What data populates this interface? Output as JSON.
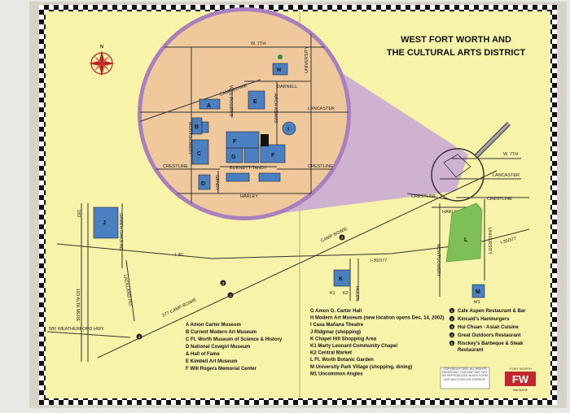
{
  "title_line1": "WEST FORT WORTH AND",
  "title_line2": "THE CULTURAL ARTS DISTRICT",
  "compass_north": "N",
  "inset_roads": {
    "w7th": "W. 7TH",
    "camp_bowie": "CAMP BOWIE",
    "darnell": "DARNELL",
    "university": "UNIVERSITY",
    "lancaster": "LANCASTER",
    "will_rogers": "WILL ROGERS",
    "arch_adams": "ARCH ADAMS",
    "montgomery": "MONTGOMERY",
    "crestline": "CRESTLINE",
    "crestline2": "CRESTLINE",
    "burnett_tandy": "BURNETT-TANDY",
    "gendy": "GENDY",
    "harley": "HARLEY"
  },
  "inset_buildings": {
    "a": "A",
    "b": "B",
    "c": "C",
    "d": "D",
    "e": "E",
    "f1": "F",
    "f2": "F",
    "g": "G",
    "h": "H",
    "i": "I"
  },
  "main_roads": {
    "w7th": "W. 7TH",
    "lancaster": "LANCASTER",
    "crestline": "CRESTLINE",
    "crestline2": "CRESTLINE",
    "harley": "HARLEY",
    "camp_bowie": "CAMP BOWIE",
    "i30": "I-30",
    "i30_377": "I-30/377",
    "i30_377b": "I-30/377",
    "montgomery": "MONTGOMERY",
    "university": "UNIVERSITY",
    "hulen": "HULEN",
    "green_oaks": "GREEN OAKS RD.",
    "lackland": "LACKLAND RD.",
    "alta_mere": "183 ALTA MERE",
    "camp_bowie_377": "377 CAMP BOWIE",
    "weatherford": "580 WEATHERFORD HWY.",
    "hwy183": "183"
  },
  "main_markers": {
    "j": "J",
    "k": "K",
    "k1": "K1",
    "k2": "K2",
    "l": "L",
    "m": "M",
    "m1": "M1",
    "n1": "1",
    "n2": "2",
    "n3": "3",
    "n4": "4"
  },
  "legend_left": [
    "A   Amon Carter Museum",
    "B   Current Modern Art Museum",
    "C   Ft. Worth Museum of Science & History",
    "D   National Cowgirl Museum",
    "      & Hall of Fame",
    "E   Kimbell Art Museum",
    "F   Will Rogers Memorial Center"
  ],
  "legend_middle": [
    "G   Amon G. Carter Hall",
    "H   Modern Art Museum (new location opens Dec. 14, 2002)",
    "I    Casa Mañana Theatre",
    "J    Ridgmar (shopping)",
    "K   Chapel Hill Shopping Area",
    "      K1  Marty Leonard Community Chapel",
    "      K2  Central Market",
    "L   Ft. Worth Botanic Garden",
    "M  University Park Village (shopping, dining)",
    "      M1 Uncommon Angles"
  ],
  "legend_right": [
    "Cafe Aspen Restaurant & Bar",
    "Kincaid's Hamburgers",
    "Hui Chuan - Asian Cuisine",
    "Great Outdoors Restaurant",
    "Risckey's Barbeque & Steak",
    "Restaurant"
  ],
  "legend_right_nums": [
    "1",
    "2",
    "3",
    "4",
    "5"
  ],
  "copyright": "COPYRIGHT 2002, ALL RIGHTS RESERVED. THIS MAP MAY NOT BE REPRODUCED IN ANY FORM NOR ANY PORTION THEREOF.",
  "magazine_tag": "FORT WORTH",
  "magazine_logo": "FW",
  "magazine_sub": "MAGAZINE",
  "colors": {
    "paper": "#f7f3a8",
    "inset": "#efc99c",
    "inset_ring": "#a97fbd",
    "beam": "#c8a6d6",
    "building": "#4a7fc0",
    "garden": "#7fbf5a",
    "border_check": "#111111",
    "logo": "#c2272d"
  }
}
